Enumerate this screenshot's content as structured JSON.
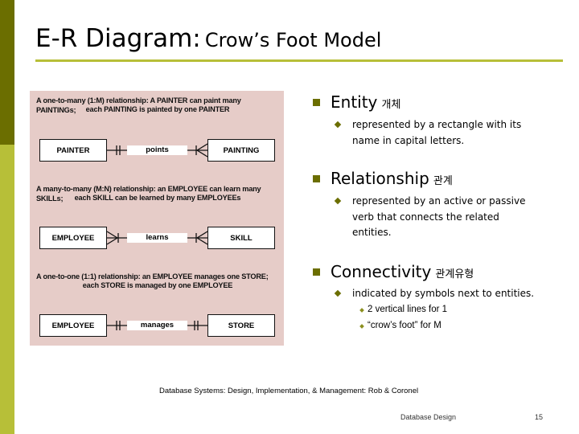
{
  "slide": {
    "title_main": "E-R Diagram:",
    "title_sub": "Crow’s Foot Model"
  },
  "figure": {
    "rows": [
      {
        "caption": [
          "A one-to-many (1:M) relationship: A PAINTER can paint many PAINTINGs;",
          "each PAINTING is painted by one PAINTER"
        ],
        "left": "PAINTER",
        "relation": "points",
        "right": "PAINTING",
        "left_card": "one",
        "right_card": "many"
      },
      {
        "caption": [
          "A many-to-many (M:N) relationship: an EMPLOYEE can learn many SKILLs;",
          "each SKILL can be learned by many EMPLOYEEs"
        ],
        "left": "EMPLOYEE",
        "relation": "learns",
        "right": "SKILL",
        "left_card": "many",
        "right_card": "many"
      },
      {
        "caption": [
          "A one-to-one (1:1) relationship: an EMPLOYEE manages one STORE;",
          "each STORE is managed by one EMPLOYEE"
        ],
        "left": "EMPLOYEE",
        "relation": "manages",
        "right": "STORE",
        "left_card": "one",
        "right_card": "one"
      }
    ]
  },
  "bullets": [
    {
      "label": "Entity",
      "korean": "개체",
      "sub": [
        "represented by a rectangle with its",
        "name in capital letters."
      ]
    },
    {
      "label": "Relationship",
      "korean": "관계",
      "sub": [
        "represented by an active or passive",
        "verb that connects the related",
        "entities."
      ]
    },
    {
      "label": "Connectivity",
      "korean": "관계유형",
      "sub": [
        "indicated by symbols next to entities."
      ],
      "subsub": [
        "2 vertical lines for 1",
        "“crow’s foot” for M"
      ]
    }
  ],
  "source": "Database Systems: Design, Implementation, & Management: Rob & Coronel",
  "footer": {
    "course": "Database Design",
    "page": "15"
  }
}
